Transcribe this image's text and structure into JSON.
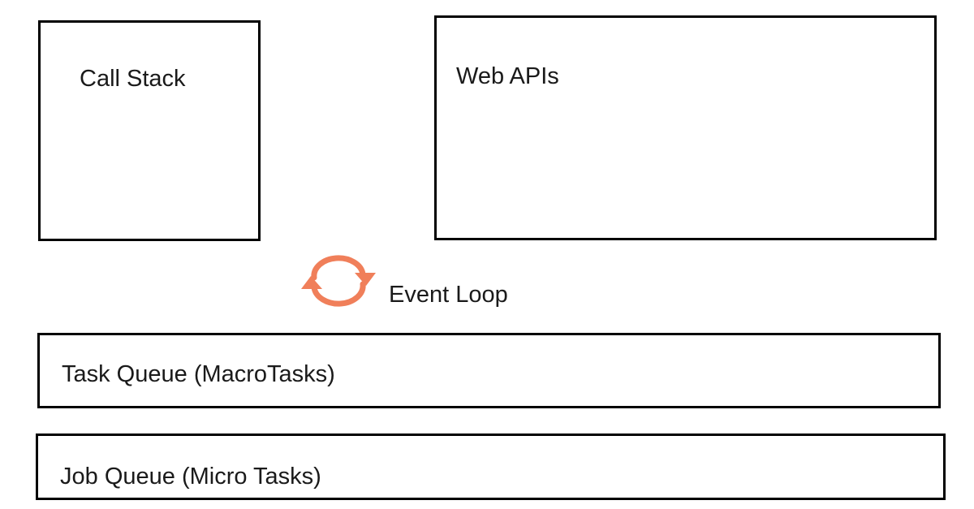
{
  "diagram": {
    "call_stack": {
      "label": "Call Stack"
    },
    "web_apis": {
      "label": "Web APIs"
    },
    "event_loop": {
      "label": "Event Loop",
      "icon": "cycle-arrows-icon",
      "color": "#F07F5A"
    },
    "task_queue": {
      "label": "Task Queue (MacroTasks)"
    },
    "job_queue": {
      "label": "Job Queue (Micro Tasks)"
    }
  }
}
